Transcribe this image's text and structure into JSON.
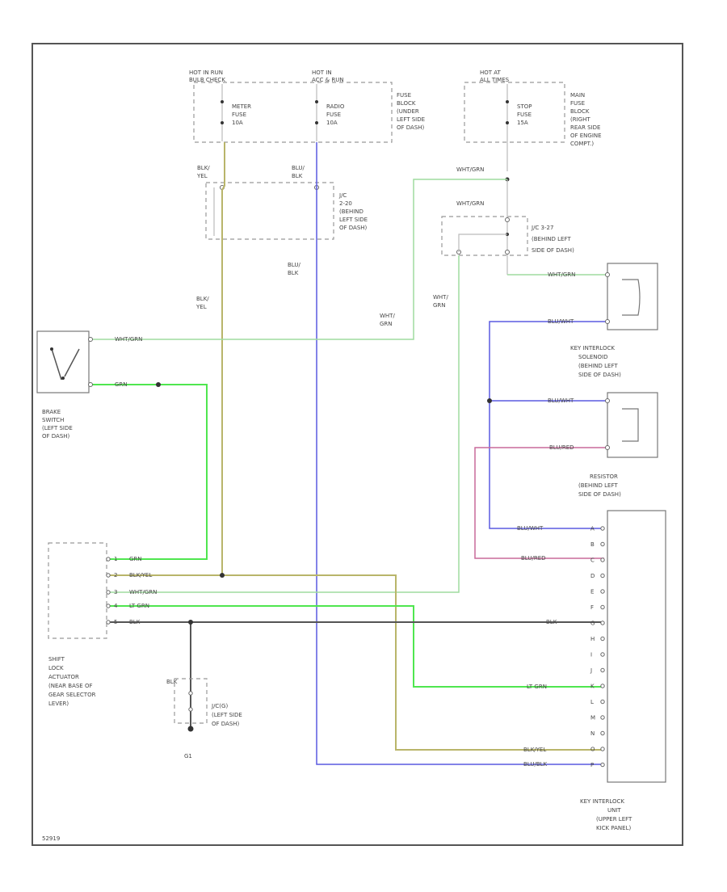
{
  "fuse_block": {
    "hot_left": [
      "HOT IN RUN",
      "BULB CHECK"
    ],
    "hot_right": [
      "HOT IN",
      "ACC & RUN"
    ],
    "meter_fuse": [
      "METER",
      "FUSE",
      "10A"
    ],
    "radio_fuse": [
      "RADIO",
      "FUSE",
      "10A"
    ],
    "location": [
      "FUSE",
      "BLOCK",
      "(UNDER",
      "LEFT SIDE",
      "OF DASH)"
    ]
  },
  "main_fuse": {
    "hot": [
      "HOT AT",
      "ALL TIMES"
    ],
    "stop_fuse": [
      "STOP",
      "FUSE",
      "15A"
    ],
    "location": [
      "MAIN",
      "FUSE",
      "BLOCK",
      "(RIGHT",
      "REAR SIDE",
      "OF ENGINE",
      "COMPT.)"
    ]
  },
  "jc_upper": [
    "J/C",
    "2-20",
    "(BEHIND",
    "LEFT SIDE",
    "OF DASH)"
  ],
  "jc_right": [
    "J/C 3-27",
    "(BEHIND LEFT",
    "SIDE OF DASH)"
  ],
  "wire_labels": {
    "blk_yel_top": [
      "BLK/",
      "YEL"
    ],
    "blu_blk_top": [
      "BLU/",
      "BLK"
    ],
    "wht_grn_top": "WHT/GRN",
    "wht_grn_mid": "WHT/GRN",
    "blu_blk_mid": [
      "BLU/",
      "BLK"
    ],
    "blk_yel_mid": [
      "BLK/",
      "YEL"
    ],
    "wht_grn_a": [
      "WHT/",
      "GRN"
    ],
    "wht_grn_b": [
      "WHT/",
      "GRN"
    ],
    "wht_grn_sol": "WHT/GRN",
    "blu_wht_sol": "BLU/WHT",
    "blu_wht_res": "BLU/WHT",
    "blu_red_res": "BLU/RED",
    "wht_grn_brake": "WHT/GRN",
    "grn_brake": "GRN",
    "act_grn": "GRN",
    "act_blk_yel": "BLK/YEL",
    "act_wht_grn": "WHT/GRN",
    "act_lt_grn": "LT GRN",
    "act_blk": "BLK",
    "unit_blu_wht": "BLU/WHT",
    "unit_blu_red": "BLU/RED",
    "unit_blk": "BLK",
    "unit_lt_grn": "LT GRN",
    "unit_blk_yel": "BLK/YEL",
    "unit_blu_blk": "BLU/BLK",
    "ground_blk": "BLK"
  },
  "solenoid": [
    "KEY INTERLOCK",
    "SOLENOID",
    "(BEHIND LEFT",
    "SIDE OF DASH)"
  ],
  "resistor": [
    "RESISTOR",
    "(BEHIND LEFT",
    "SIDE OF DASH)"
  ],
  "brake_switch": [
    "BRAKE",
    "SWITCH",
    "(LEFT SIDE",
    "OF DASH)"
  ],
  "actuator": [
    "SHIFT",
    "LOCK",
    "ACTUATOR",
    "(NEAR BASE OF",
    "GEAR SELECTOR",
    "LEVER)"
  ],
  "actuator_pins": [
    "1",
    "2",
    "3",
    "4",
    "5"
  ],
  "ground_jc": [
    "J/C(G)",
    "(LEFT SIDE",
    "OF DASH)"
  ],
  "ground_id": "G1",
  "unit": [
    "KEY INTERLOCK",
    "UNIT",
    "(UPPER LEFT",
    "KICK PANEL)"
  ],
  "unit_pins": [
    "A",
    "B",
    "C",
    "D",
    "E",
    "F",
    "G",
    "H",
    "I",
    "J",
    "K",
    "L",
    "M",
    "N",
    "O",
    "P"
  ],
  "diagram_id": "52919"
}
